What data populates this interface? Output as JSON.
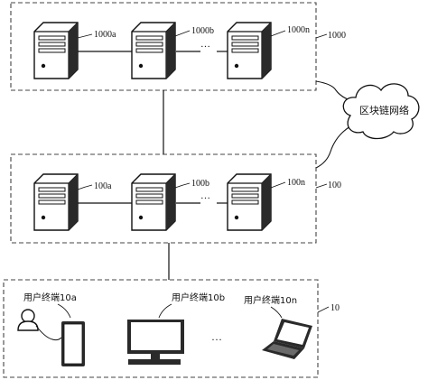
{
  "clusters": [
    {
      "label": "1000",
      "nodes": [
        {
          "label": "1000a"
        },
        {
          "label": "1000b"
        },
        {
          "label": "1000n"
        }
      ],
      "ellipsis": "…"
    },
    {
      "label": "100",
      "nodes": [
        {
          "label": "100a"
        },
        {
          "label": "100b"
        },
        {
          "label": "100n"
        }
      ],
      "ellipsis": "…"
    }
  ],
  "network": {
    "label": "区块链网络"
  },
  "terminals": {
    "label": "10",
    "items": [
      {
        "label": "用户终端10a",
        "device": "phone-with-user"
      },
      {
        "label": "用户终端10b",
        "device": "desktop-monitor"
      },
      {
        "label": "用户终端10n",
        "device": "laptop"
      }
    ],
    "ellipsis": "…"
  }
}
